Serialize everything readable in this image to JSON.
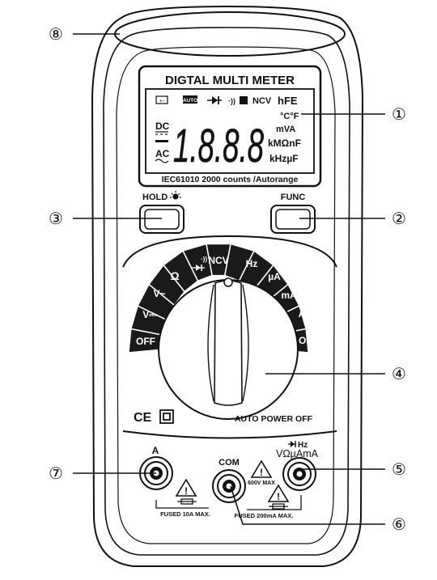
{
  "lcd": {
    "title": "DIGTAL MULTI METER",
    "auto": "AUTO",
    "ncv": "NCV",
    "hfe": "hFE",
    "temp": "°C°F",
    "dc": "DC",
    "ac": "AC",
    "digits": "1.8.8.8",
    "uva": "mVA",
    "kmonf": "kMΩnF",
    "khzuf": "kHzµF",
    "standard": "IEC61010  2000 counts /Autorange"
  },
  "buttons": {
    "hold": "HOLD",
    "func": "FUNC"
  },
  "dial": {
    "ncv": "NCV",
    "hz": "Hz",
    "ohm": "Ω",
    "ua": "µA",
    "ma": "mA",
    "a": "A",
    "v_ac": "V~",
    "v_dc": "V⎓",
    "off_left": "OFF",
    "off_right": "OFF"
  },
  "panel": {
    "ce": "CE",
    "auto_power_off": "AUTO POWER OFF",
    "port_a": "A",
    "port_com": "COM",
    "port_v_top": "Hz",
    "port_v": "VΩµAmA",
    "max_600v": "600V MAX",
    "fused_10a": "FUSED 10A MAX.",
    "fused_200ma": "FUSED 200mA MAX."
  },
  "callouts": {
    "c1": "①",
    "c2": "②",
    "c3": "③",
    "c4": "④",
    "c5": "⑤",
    "c6": "⑥",
    "c7": "⑦",
    "c8": "⑧"
  }
}
